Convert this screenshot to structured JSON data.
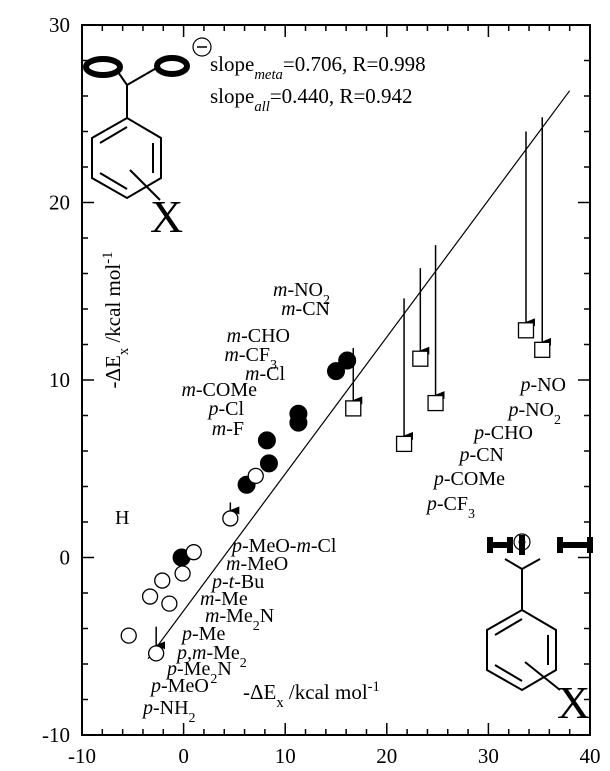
{
  "chart_data": {
    "type": "scatter",
    "xlabel": "-ΔE",
    "xlabel_sub": "x",
    "xlabel_unit": " /kcal mol",
    "xlabel_exp": "-1",
    "ylabel": "-ΔE",
    "ylabel_sub": "x",
    "ylabel_unit": " /kcal mol",
    "ylabel_exp": "-1",
    "xlim": [
      -10,
      40
    ],
    "ylim": [
      -10,
      30
    ],
    "x_ticks": [
      -10,
      0,
      10,
      20,
      30,
      40
    ],
    "y_ticks": [
      -10,
      0,
      10,
      20,
      30
    ],
    "x_tick_labels": [
      "-10",
      "0",
      "10",
      "20",
      "30",
      "40"
    ],
    "y_tick_labels": [
      "-10",
      "0",
      "10",
      "20",
      "30"
    ],
    "fit_line": {
      "x": [
        -3.5,
        38
      ],
      "y": [
        -5.7,
        26.3
      ]
    },
    "stats": [
      {
        "prefix": "slope",
        "sub": "meta",
        "suffix": "=0.706, R=0.998"
      },
      {
        "prefix": "slope",
        "sub": "all",
        "suffix": "=0.440, R=0.942"
      }
    ],
    "series": [
      {
        "marker": "filled-circle",
        "points": [
          {
            "x": -0.2,
            "y": 0.0
          },
          {
            "x": 6.2,
            "y": 4.1
          },
          {
            "x": 8.4,
            "y": 5.3
          },
          {
            "x": 8.2,
            "y": 6.6
          },
          {
            "x": 11.3,
            "y": 7.6
          },
          {
            "x": 11.3,
            "y": 8.1
          },
          {
            "x": 15.0,
            "y": 10.5
          },
          {
            "x": 16.1,
            "y": 11.1
          }
        ]
      },
      {
        "marker": "open-circle",
        "points": [
          {
            "x": -5.4,
            "y": -4.4
          },
          {
            "x": -3.3,
            "y": -2.2
          },
          {
            "x": -2.1,
            "y": -1.3
          },
          {
            "x": -1.4,
            "y": -2.6
          },
          {
            "x": -0.1,
            "y": -0.9
          },
          {
            "x": 1.0,
            "y": 0.3
          },
          {
            "x": 4.6,
            "y": 2.2
          },
          {
            "x": 7.1,
            "y": 4.6
          },
          {
            "x": -2.7,
            "y": -5.4
          }
        ]
      },
      {
        "marker": "open-square",
        "points": [
          {
            "x": 16.7,
            "y": 8.4
          },
          {
            "x": 21.7,
            "y": 6.4
          },
          {
            "x": 23.3,
            "y": 11.2
          },
          {
            "x": 24.8,
            "y": 8.7
          },
          {
            "x": 33.7,
            "y": 12.8
          },
          {
            "x": 35.3,
            "y": 11.7
          }
        ]
      }
    ],
    "arrows": [
      {
        "x": 4.6,
        "y_from": 3.1,
        "y_to": 2.2
      },
      {
        "x": -2.7,
        "y_from": -3.9,
        "y_to": -5.4
      },
      {
        "x": 16.7,
        "y_from": 11.8,
        "y_to": 8.4
      },
      {
        "x": 21.7,
        "y_from": 14.6,
        "y_to": 6.4
      },
      {
        "x": 23.3,
        "y_from": 16.3,
        "y_to": 11.2
      },
      {
        "x": 24.8,
        "y_from": 17.6,
        "y_to": 8.7
      },
      {
        "x": 33.7,
        "y_from": 24.0,
        "y_to": 12.8
      },
      {
        "x": 35.3,
        "y_from": 24.8,
        "y_to": 11.7
      }
    ],
    "annotations": {
      "H": "H",
      "meta_labels": [
        [
          {
            "t": "m"
          },
          {
            "t": "-NO"
          },
          {
            "t": "2",
            "sub": true
          }
        ],
        [
          {
            "t": "m"
          },
          {
            "t": "-CN"
          }
        ],
        [
          {
            "t": "m"
          },
          {
            "t": "-CHO"
          }
        ],
        [
          {
            "t": "m"
          },
          {
            "t": "-CF"
          },
          {
            "t": "3",
            "sub": true
          }
        ],
        [
          {
            "t": "m"
          },
          {
            "t": "-Cl"
          }
        ],
        [
          {
            "t": "m"
          },
          {
            "t": "-COMe"
          }
        ],
        [
          {
            "t": "p"
          },
          {
            "t": "-Cl"
          }
        ],
        [
          {
            "t": "m"
          },
          {
            "t": "-F"
          }
        ]
      ],
      "para_acceptor_labels": [
        [
          {
            "t": "p"
          },
          {
            "t": "-NO"
          }
        ],
        [
          {
            "t": "p"
          },
          {
            "t": "-NO"
          },
          {
            "t": "2",
            "sub": true
          }
        ],
        [
          {
            "t": "p"
          },
          {
            "t": "-CHO"
          }
        ],
        [
          {
            "t": "p"
          },
          {
            "t": "-CN"
          }
        ],
        [
          {
            "t": "p"
          },
          {
            "t": "-COMe"
          }
        ],
        [
          {
            "t": "p"
          },
          {
            "t": "-CF"
          },
          {
            "t": "3",
            "sub": true
          }
        ]
      ],
      "donor_labels": [
        [
          {
            "t": "p"
          },
          {
            "t": "-MeO-"
          },
          {
            "t": "m"
          },
          {
            "t": "-Cl"
          }
        ],
        [
          {
            "t": "m"
          },
          {
            "t": "-MeO"
          }
        ],
        [
          {
            "t": "p"
          },
          {
            "t": "-"
          },
          {
            "t": "t"
          },
          {
            "t": "-Bu"
          }
        ],
        [
          {
            "t": "m"
          },
          {
            "t": "-Me"
          }
        ],
        [
          {
            "t": "m"
          },
          {
            "t": "-Me"
          },
          {
            "t": "2",
            "sub": true
          },
          {
            "t": "N"
          }
        ],
        [
          {
            "t": "p"
          },
          {
            "t": "-Me"
          }
        ],
        [
          {
            "t": "p"
          },
          {
            "t": ","
          },
          {
            "t": "m"
          },
          {
            "t": "-Me"
          },
          {
            "t": "2",
            "sub": true
          }
        ],
        [
          {
            "t": "p"
          },
          {
            "t": "-Me"
          },
          {
            "t": "2",
            "sub": true
          },
          {
            "t": "N"
          }
        ],
        [
          {
            "t": "p"
          },
          {
            "t": "-MeO"
          }
        ],
        [
          {
            "t": "p"
          },
          {
            "t": "-NH"
          },
          {
            "t": "2",
            "sub": true
          }
        ]
      ],
      "benzoate_substituent": "X",
      "radical_substituent": "X"
    }
  }
}
